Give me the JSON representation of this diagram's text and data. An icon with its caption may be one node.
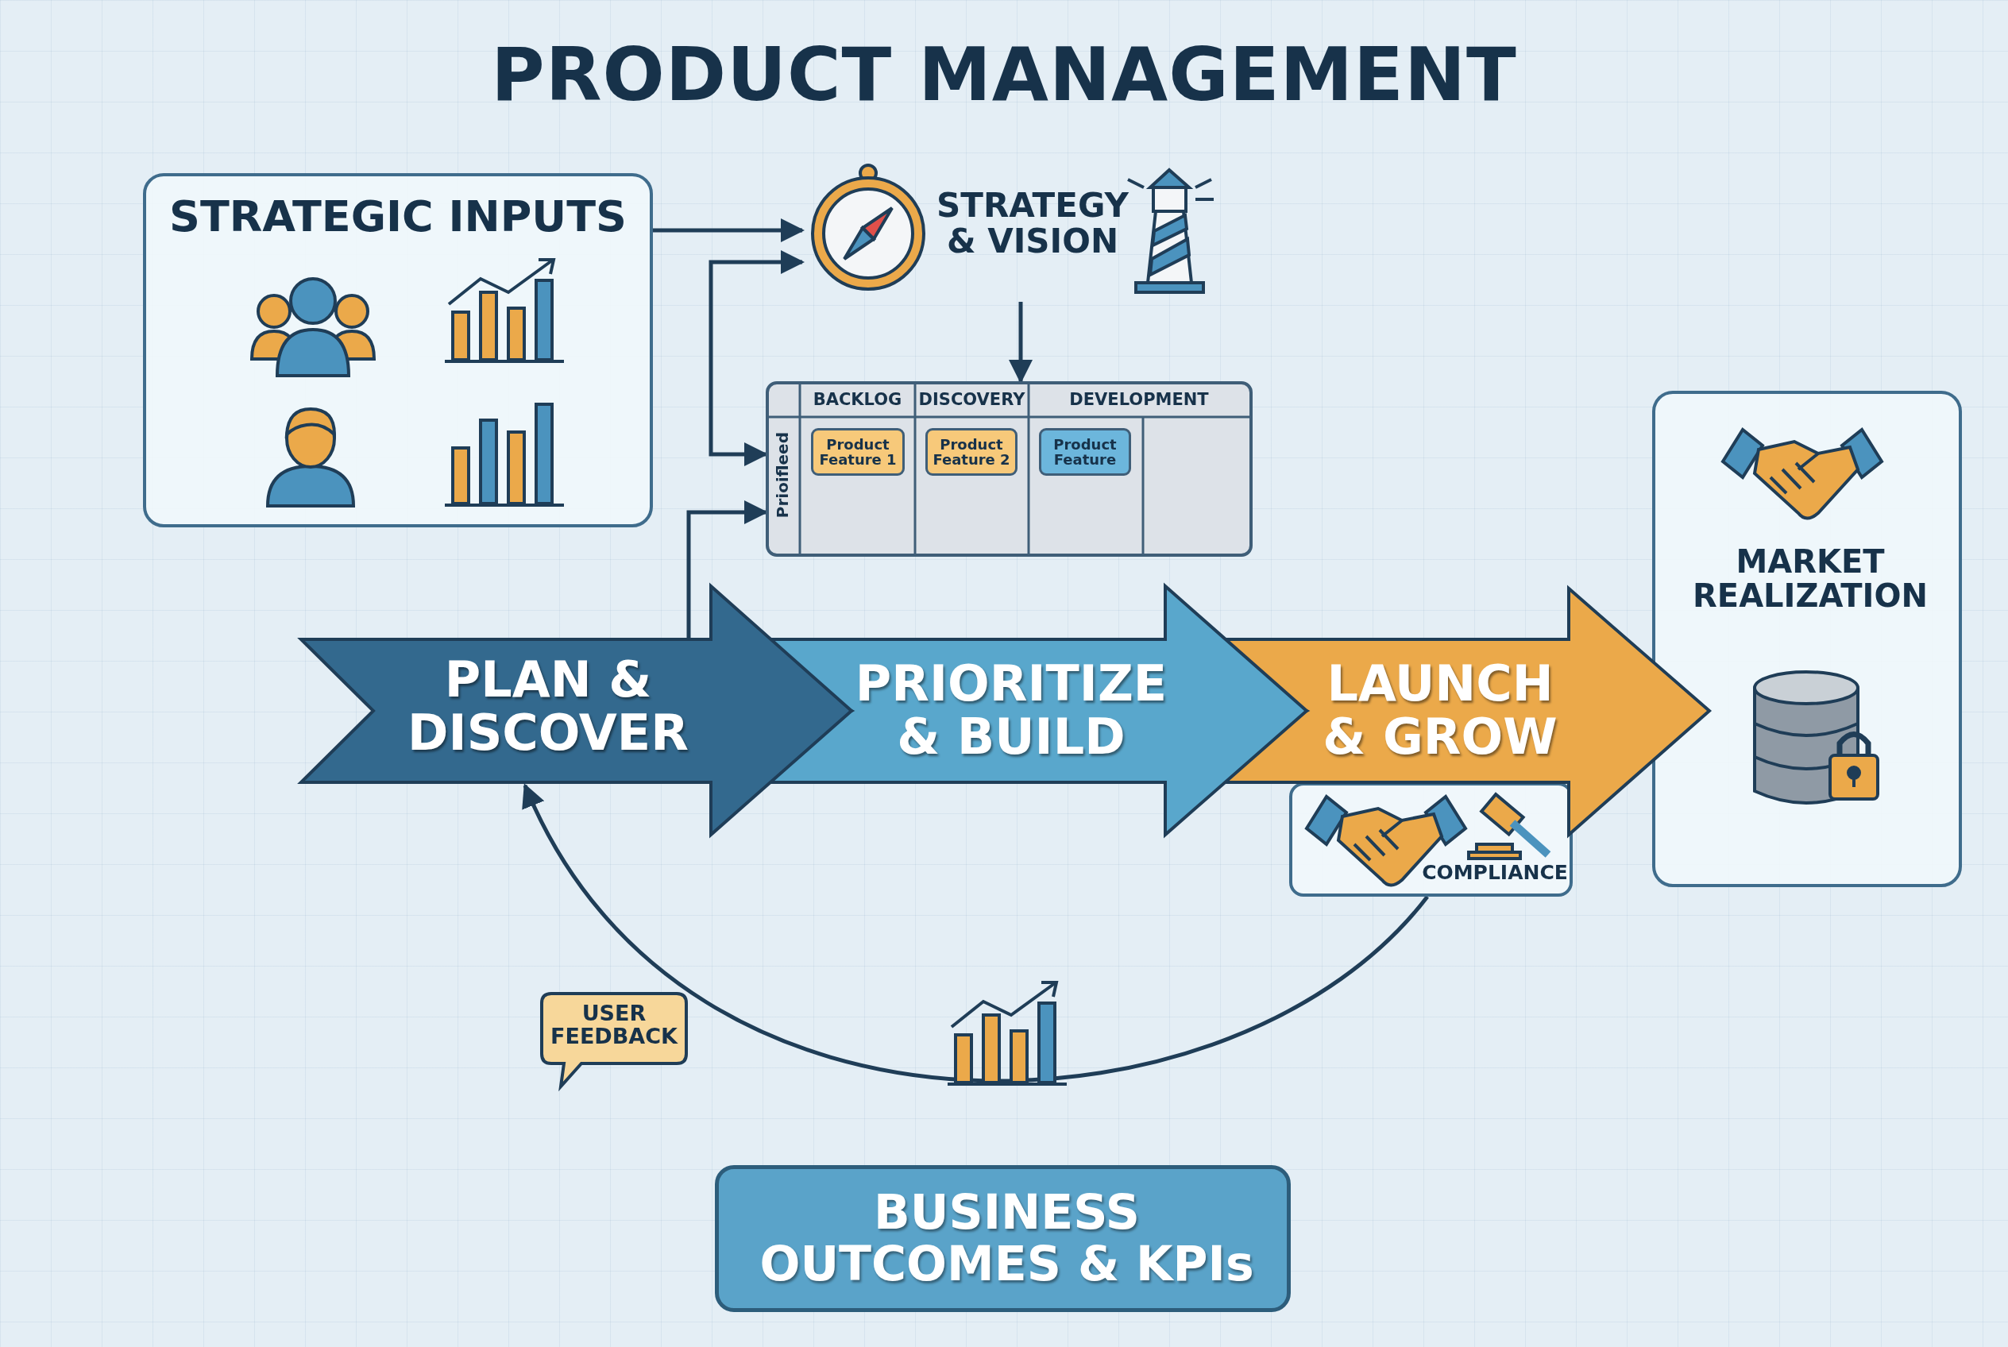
{
  "diagram": {
    "title": "PRODUCT MANAGEMENT",
    "nodes": [
      {
        "text": [
          "STRATEGIC INPUTS"
        ]
      },
      {
        "text": [
          "STRATEGY & VISION"
        ]
      },
      {
        "text": [
          "BACKLOG",
          "DISCOVERY",
          "DEVELOPMENT",
          "Prioifleed"
        ]
      },
      {
        "text": [
          "Product Feature 1"
        ],
        "in": 2
      },
      {
        "text": [
          "Product Feature 2"
        ],
        "in": 2
      },
      {
        "text": [
          "Product Feature"
        ],
        "in": 2
      },
      {
        "text": [
          "PLAN & DISCOVER"
        ]
      },
      {
        "text": [
          "PRIORITIZE & BUILD"
        ]
      },
      {
        "text": [
          "LAUNCH & GROW"
        ]
      },
      {
        "text": [
          "COMPLIANCE"
        ]
      },
      {
        "text": [
          "MARKET REALIZATION"
        ]
      },
      {
        "text": [
          "USER FEEDBACK"
        ]
      },
      {
        "text": [
          "BUSINESS OUTCOMES & KPIs"
        ]
      }
    ],
    "edges": [
      {
        "from": 0,
        "to": 1,
        "arrow": "to"
      },
      {
        "from": 2,
        "to": 1,
        "arrow": "both"
      },
      {
        "from": 1,
        "to": 2,
        "arrow": "to"
      },
      {
        "from": 6,
        "to": 2,
        "arrow": "to"
      },
      {
        "from": 9,
        "to": 6,
        "arrow": "to"
      }
    ]
  }
}
